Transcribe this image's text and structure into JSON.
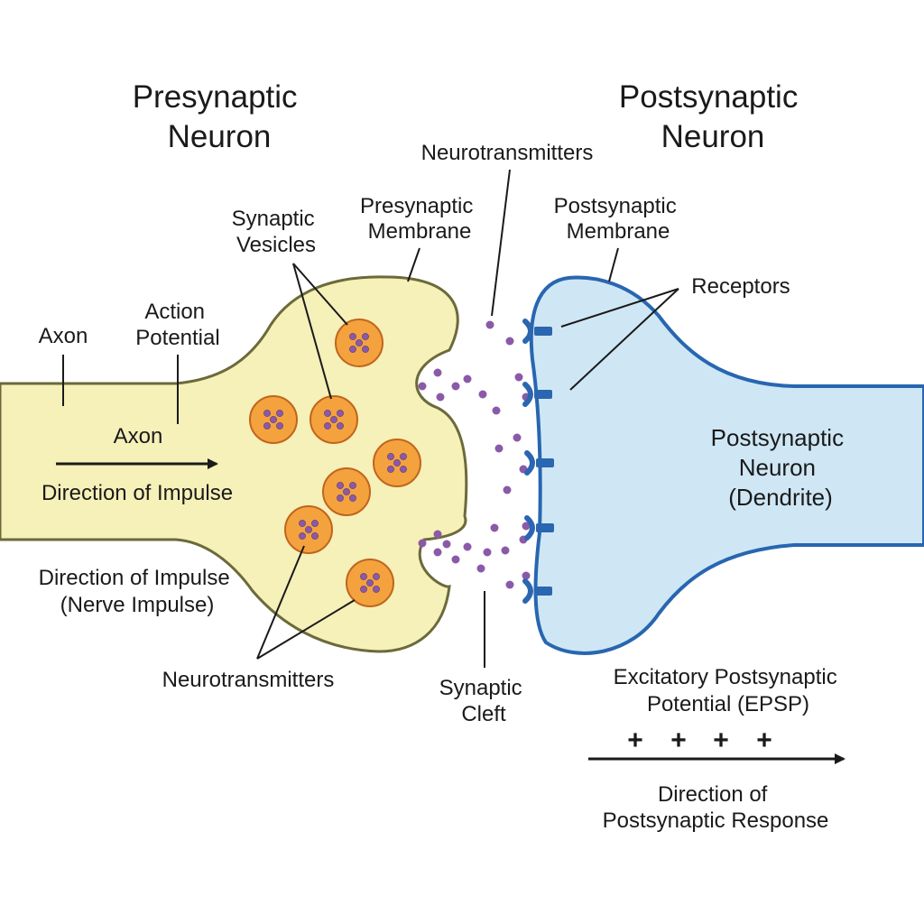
{
  "colors": {
    "presynaptic_fill": "#f6f0b9",
    "presynaptic_stroke": "#6b6a3a",
    "postsynaptic_fill": "#cfe7f5",
    "postsynaptic_stroke": "#2866b0",
    "vesicle_fill": "#f4a23e",
    "vesicle_stroke": "#c0651d",
    "neurotransmitter": "#8a5aa8",
    "receptor": "#2b66b0"
  },
  "labels": {
    "presynaptic_title": [
      "Presynaptic",
      "Neuron"
    ],
    "postsynaptic_title": [
      "Postsynaptic",
      "Neuron"
    ],
    "neurotransmitters_top": "Neurotransmitters",
    "synaptic_vesicles": [
      "Synaptic",
      "Vesicles"
    ],
    "presynaptic_membrane": [
      "Presynaptic",
      "Membrane"
    ],
    "postsynaptic_membrane": [
      "Postsynaptic",
      "Membrane"
    ],
    "receptors": "Receptors",
    "axon_outer": "Axon",
    "action_potential": [
      "Action",
      "Potential"
    ],
    "axon_inner": "Axon",
    "direction_of_impulse": "Direction of Impulse",
    "direction_of_impulse_nerve": [
      "Direction of Impulse",
      "(Nerve Impulse)"
    ],
    "neurotransmitters_bottom": "Neurotransmitters",
    "synaptic_cleft": [
      "Synaptic",
      "Cleft"
    ],
    "postsynaptic_dendrite": [
      "Postsynaptic",
      "Neuron",
      "(Dendrite)"
    ],
    "epsp": [
      "Excitatory Postsynaptic",
      "Potential (EPSP)"
    ],
    "plus_signs": [
      "+",
      "+",
      "+",
      "+"
    ],
    "postsynaptic_response": [
      "Direction of",
      "Postsynaptic Response"
    ]
  }
}
